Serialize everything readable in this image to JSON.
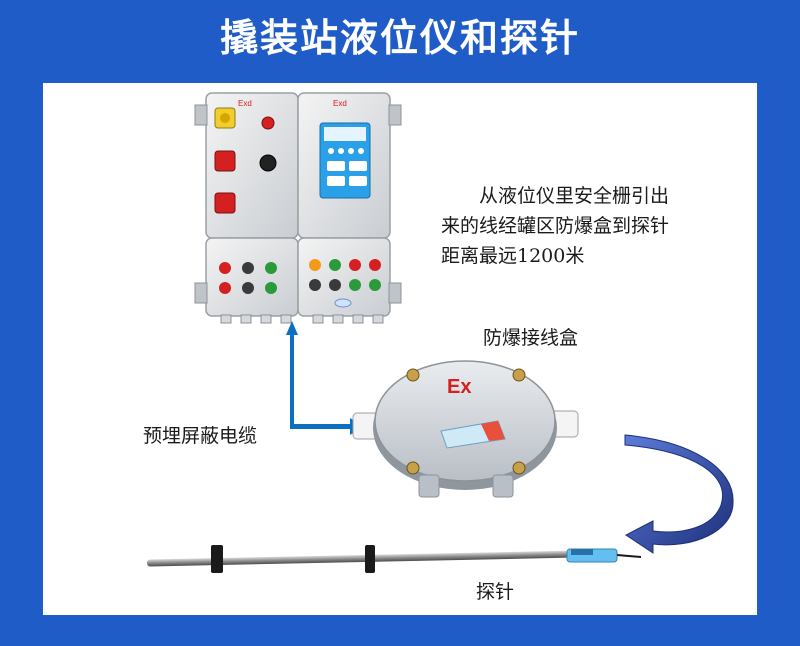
{
  "title": "撬装站液位仪和探针",
  "labels": {
    "description_lines": [
      "从液位仪里安全栅引出",
      "来的线经罐区防爆盒到探针",
      "距离最远1200米"
    ],
    "junction_box": "防爆接线盒",
    "cable": "预埋屏蔽电缆",
    "probe": "探针"
  },
  "device": {
    "cabinet_tag_left": "Exd",
    "cabinet_tag_right": "Exd",
    "box_marking": "Ex"
  },
  "colors": {
    "background": "#1f5cc8",
    "panel": "#ffffff",
    "arrow": "#0b6fc2",
    "curved_arrow": "#1f3f8f"
  }
}
